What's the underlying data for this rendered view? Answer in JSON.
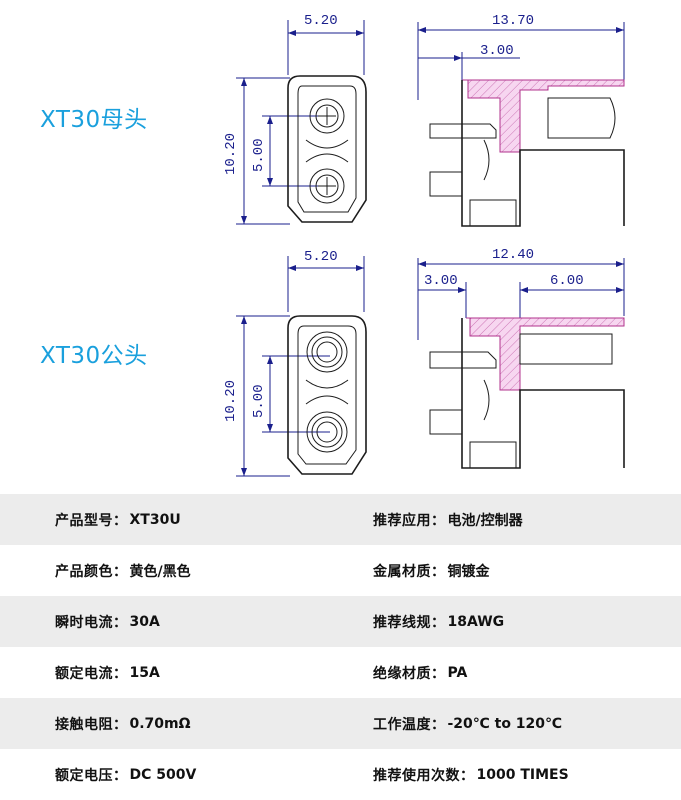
{
  "labels": {
    "female": "XT30母头",
    "male": "XT30公头"
  },
  "dimensions": {
    "top_front_width": "5.20",
    "top_front_height": "10.20",
    "top_front_pitch": "5.00",
    "top_side_length": "13.70",
    "top_side_offset": "3.00",
    "bottom_front_width": "5.20",
    "bottom_front_height": "10.20",
    "bottom_front_pitch": "5.00",
    "bottom_side_length": "12.40",
    "bottom_side_offset": "3.00",
    "bottom_side_pin": "6.00"
  },
  "colors": {
    "dimension": "#1a1f8c",
    "section_fill": "#f7d6f0",
    "section_line": "#b0338d",
    "label": "#1aa0dd"
  },
  "specs": [
    {
      "left_label": "产品型号：",
      "left_value": "XT30U",
      "right_label": "推荐应用：",
      "right_value": "电池/控制器"
    },
    {
      "left_label": "产品颜色：",
      "left_value": "黄色/黑色",
      "right_label": "金属材质：",
      "right_value": "铜镀金"
    },
    {
      "left_label": "瞬时电流：",
      "left_value": "30A",
      "right_label": "推荐线规：",
      "right_value": "18AWG"
    },
    {
      "left_label": "额定电流：",
      "left_value": "15A",
      "right_label": "绝缘材质：",
      "right_value": "PA"
    },
    {
      "left_label": "接触电阻：",
      "left_value": "0.70mΩ",
      "right_label": "工作温度：",
      "right_value": "-20℃ to 120℃"
    },
    {
      "left_label": "额定电压：",
      "left_value": "DC 500V",
      "right_label": "推荐使用次数：",
      "right_value": "1000 TIMES"
    }
  ]
}
